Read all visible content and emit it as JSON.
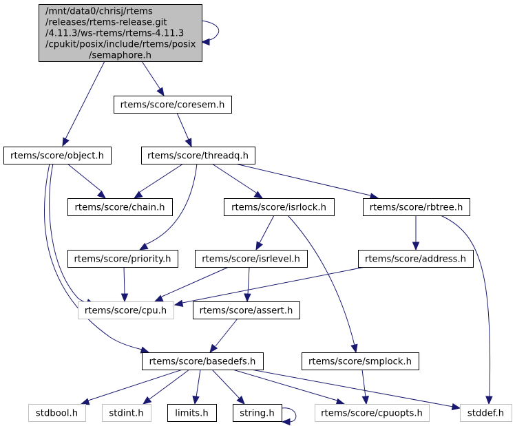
{
  "diagram": {
    "type": "include-dependency-graph",
    "colors": {
      "edge": "#191970",
      "root_fill": "#bfbfbf",
      "root_border": "#000000",
      "node_border": "#000000",
      "external_border": "#bfbfbf",
      "node_fill": "#ffffff"
    },
    "nodes": [
      {
        "id": "root",
        "lines": [
          "/mnt/data0/chrisj/rtems",
          "/releases/rtems-release.git",
          "/4.11.3/ws-rtems/rtems-4.11.3",
          "/cpukit/posix/include/rtems/posix",
          "/semaphore.h"
        ],
        "kind": "root"
      },
      {
        "id": "coresem",
        "lines": [
          "rtems/score/coresem.h"
        ],
        "kind": "normal"
      },
      {
        "id": "object",
        "lines": [
          "rtems/score/object.h"
        ],
        "kind": "normal"
      },
      {
        "id": "threadq",
        "lines": [
          "rtems/score/threadq.h"
        ],
        "kind": "normal"
      },
      {
        "id": "chain",
        "lines": [
          "rtems/score/chain.h"
        ],
        "kind": "normal"
      },
      {
        "id": "isrlock",
        "lines": [
          "rtems/score/isrlock.h"
        ],
        "kind": "normal"
      },
      {
        "id": "rbtree",
        "lines": [
          "rtems/score/rbtree.h"
        ],
        "kind": "normal"
      },
      {
        "id": "priority",
        "lines": [
          "rtems/score/priority.h"
        ],
        "kind": "normal"
      },
      {
        "id": "isrlevel",
        "lines": [
          "rtems/score/isrlevel.h"
        ],
        "kind": "normal"
      },
      {
        "id": "address",
        "lines": [
          "rtems/score/address.h"
        ],
        "kind": "normal"
      },
      {
        "id": "cpu",
        "lines": [
          "rtems/score/cpu.h"
        ],
        "kind": "external"
      },
      {
        "id": "assert",
        "lines": [
          "rtems/score/assert.h"
        ],
        "kind": "normal"
      },
      {
        "id": "basedefs",
        "lines": [
          "rtems/score/basedefs.h"
        ],
        "kind": "normal"
      },
      {
        "id": "smplock",
        "lines": [
          "rtems/score/smplock.h"
        ],
        "kind": "normal"
      },
      {
        "id": "stdbool",
        "lines": [
          "stdbool.h"
        ],
        "kind": "external"
      },
      {
        "id": "stdint",
        "lines": [
          "stdint.h"
        ],
        "kind": "external"
      },
      {
        "id": "limits",
        "lines": [
          "limits.h"
        ],
        "kind": "normal"
      },
      {
        "id": "string",
        "lines": [
          "string.h"
        ],
        "kind": "normal"
      },
      {
        "id": "cpuopts",
        "lines": [
          "rtems/score/cpuopts.h"
        ],
        "kind": "external"
      },
      {
        "id": "stddef",
        "lines": [
          "stddef.h"
        ],
        "kind": "external"
      }
    ],
    "edges": [
      [
        "root",
        "root"
      ],
      [
        "root",
        "object"
      ],
      [
        "root",
        "coresem"
      ],
      [
        "coresem",
        "threadq"
      ],
      [
        "object",
        "chain"
      ],
      [
        "object",
        "cpu"
      ],
      [
        "object",
        "basedefs"
      ],
      [
        "threadq",
        "chain"
      ],
      [
        "threadq",
        "priority"
      ],
      [
        "threadq",
        "isrlock"
      ],
      [
        "threadq",
        "rbtree"
      ],
      [
        "isrlock",
        "isrlevel"
      ],
      [
        "isrlock",
        "smplock"
      ],
      [
        "rbtree",
        "address"
      ],
      [
        "rbtree",
        "stddef"
      ],
      [
        "priority",
        "cpu"
      ],
      [
        "isrlevel",
        "cpu"
      ],
      [
        "isrlevel",
        "assert"
      ],
      [
        "address",
        "cpu"
      ],
      [
        "assert",
        "basedefs"
      ],
      [
        "basedefs",
        "stdbool"
      ],
      [
        "basedefs",
        "stdint"
      ],
      [
        "basedefs",
        "limits"
      ],
      [
        "basedefs",
        "string"
      ],
      [
        "basedefs",
        "cpuopts"
      ],
      [
        "basedefs",
        "stddef"
      ],
      [
        "string",
        "string"
      ],
      [
        "smplock",
        "cpuopts"
      ]
    ]
  }
}
